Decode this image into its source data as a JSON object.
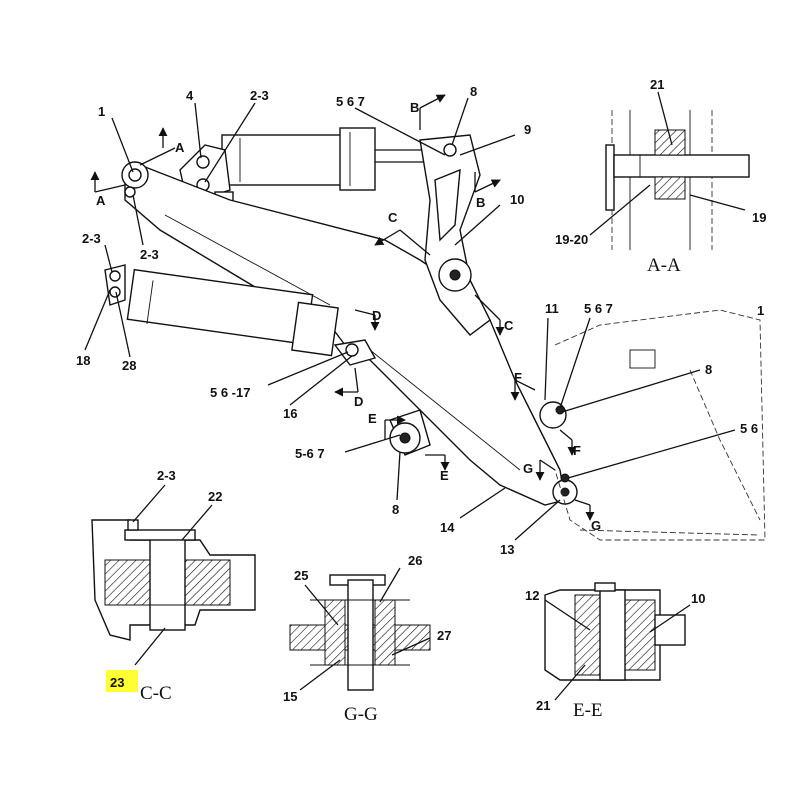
{
  "highlight_color": "#ffff33",
  "callouts": {
    "c1": "1",
    "c4": "4",
    "c23a": "2-3",
    "c567a": "5 6 7",
    "c8a": "8",
    "c9": "9",
    "cB1": "B",
    "cB2": "B",
    "cA1": "A",
    "cA2": "A",
    "c21a": "21",
    "c19": "19",
    "c1920": "19-20",
    "c23b": "2-3",
    "c23c": "2-3",
    "c18": "18",
    "c28": "28",
    "c10a": "10",
    "cC1": "C",
    "cC2": "C",
    "cD1": "D",
    "cD2": "D",
    "c5617": "5 6 -17",
    "c16": "16",
    "c11": "11",
    "c567b": "5 6 7",
    "c1r": "1",
    "c8b": "8",
    "c56": "5 6",
    "cF1": "F",
    "cF2": "F",
    "cE1": "E",
    "cE2": "E",
    "c567c": "5-6 7",
    "cG1": "G",
    "cG2": "G",
    "c8c": "8",
    "c14": "14",
    "c13": "13",
    "c23d": "2-3",
    "c22": "22",
    "c23": "23",
    "c25": "25",
    "c26": "26",
    "c27": "27",
    "c15": "15",
    "c12": "12",
    "c10b": "10",
    "c21b": "21"
  },
  "sections": {
    "aa": "A-A",
    "cc": "C-C",
    "gg": "G-G",
    "ee": "E-E"
  }
}
